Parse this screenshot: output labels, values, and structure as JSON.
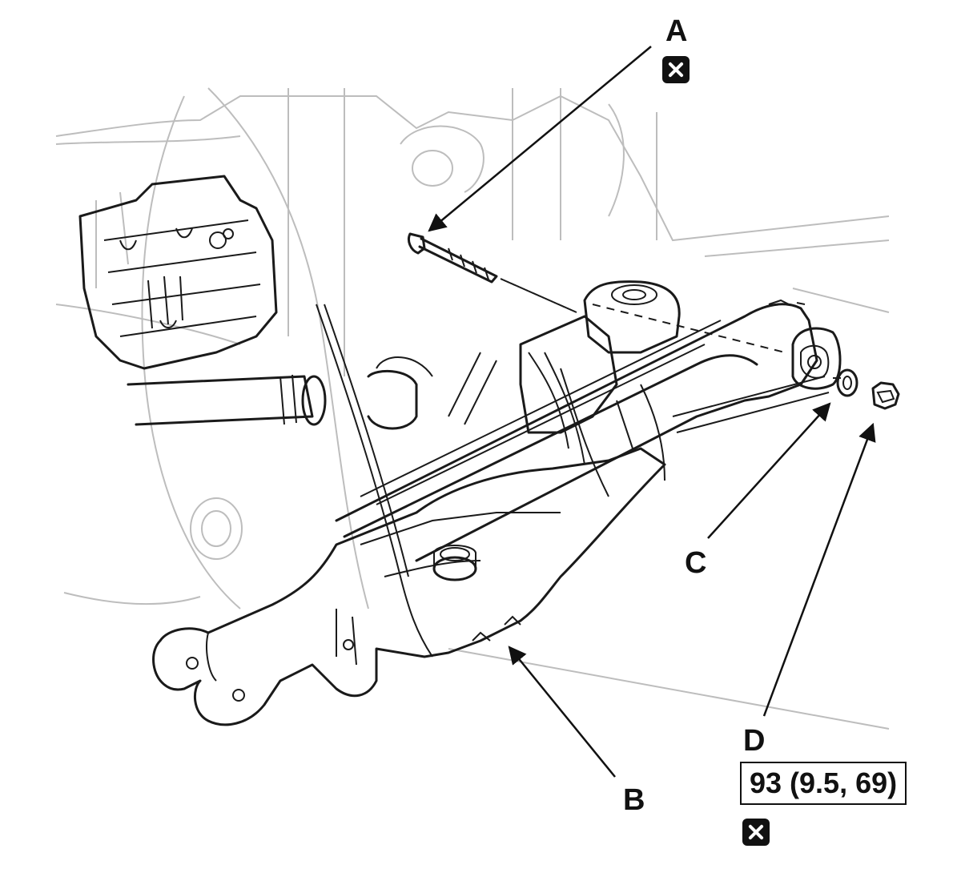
{
  "callouts": {
    "a": {
      "label": "A",
      "icon": "replace-x-icon"
    },
    "b": {
      "label": "B"
    },
    "c": {
      "label": "C"
    },
    "d": {
      "label": "D",
      "torque": "93 (9.5, 69)",
      "icon": "replace-x-icon"
    }
  },
  "colors": {
    "line": "#1a1a1a",
    "ghost": "#bdbdbd",
    "background": "#ffffff"
  }
}
